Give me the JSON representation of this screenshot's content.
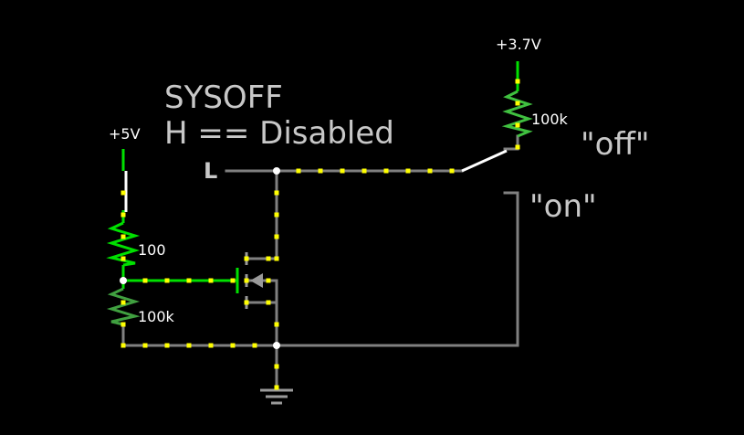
{
  "labels": {
    "title_line1": "SYSOFF",
    "title_line2": "H == Disabled",
    "supply_3v7": "+3.7V",
    "supply_5v": "+5V",
    "r_pullup": "100k",
    "r_series": "100",
    "r_pulldown": "100k",
    "node_state": "L",
    "switch_off": "\"off\"",
    "switch_on": "\"on\""
  },
  "colors": {
    "background": "#000000",
    "wire_idle": "#808080",
    "wire_high": "#00e000",
    "current_dot": "#ffff00",
    "switch_blade": "#ffffff",
    "node": "#ffffff",
    "text_main": "#c8c8c8",
    "text_small": "#ffffff"
  },
  "icons": {
    "ground": "ground-icon",
    "mosfet": "n-channel-mosfet-icon",
    "switch": "spdt-switch-icon",
    "resistor": "resistor-icon"
  }
}
